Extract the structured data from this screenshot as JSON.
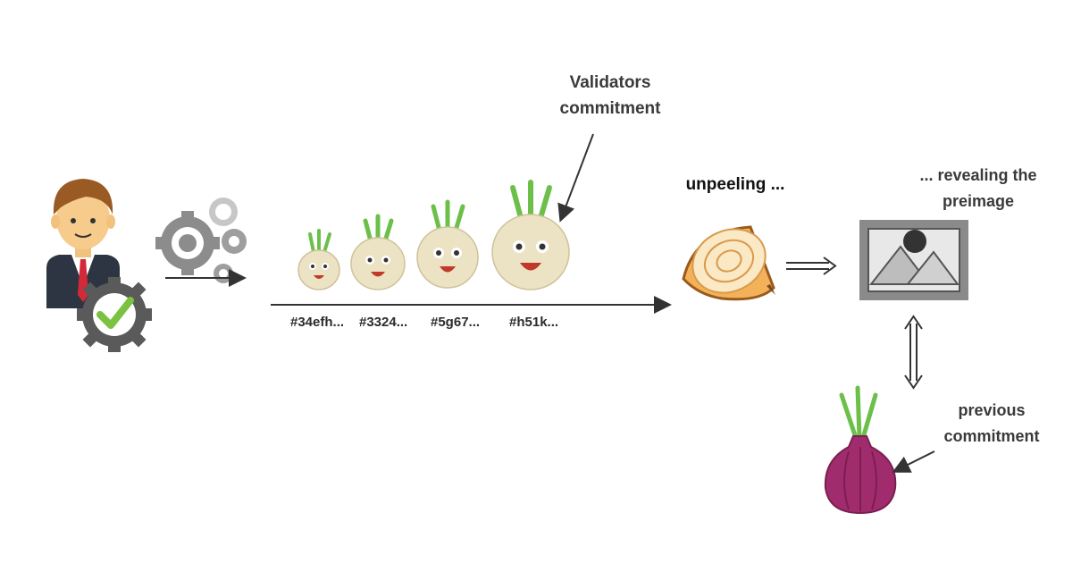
{
  "labels": {
    "validators_line1": "Validators",
    "validators_line2": "commitment",
    "unpeeling": "unpeeling ...",
    "revealing_line1": "... revealing the",
    "revealing_line2": "preimage",
    "previous_line1": "previous",
    "previous_line2": "commitment"
  },
  "hashes": [
    "#34efh...",
    "#3324...",
    "#5g67...",
    "#h51k..."
  ],
  "icons": [
    "person-icon",
    "checkmark-gear-icon",
    "gears-icon",
    "onion-icon",
    "sliced-onion-icon",
    "image-icon",
    "red-onion-icon"
  ],
  "colors": {
    "onion": "#ece3c4",
    "sprout": "#6cc04a",
    "sliced_onion": "#f3b25a",
    "red_onion": "#a02c6e",
    "check": "#7cc242",
    "gear": "#555555"
  }
}
